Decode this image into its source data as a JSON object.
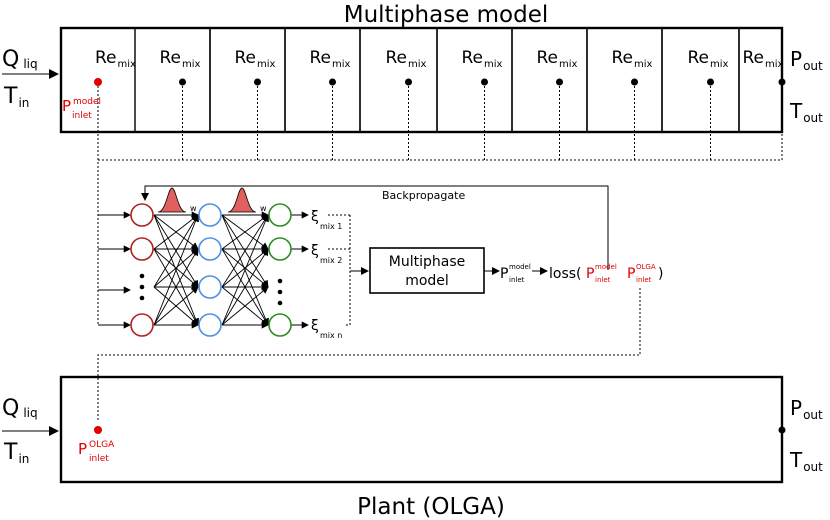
{
  "top": {
    "title": "Multiphase model",
    "q_liq": {
      "main": "Q",
      "sub": "liq"
    },
    "t_in": {
      "main": "T",
      "sub": "in"
    },
    "p_out": {
      "main": "P",
      "sub": "out"
    },
    "t_out": {
      "main": "T",
      "sub": "out"
    },
    "re_mix": {
      "main": "Re",
      "sub": "mix"
    },
    "p_inlet_model": {
      "main": "P",
      "sup": "model",
      "sub": "inlet"
    }
  },
  "network": {
    "backpropagate": "Backpropagate",
    "w_label": "w",
    "xi_main": "ξ",
    "xi_subs": [
      "mix 1",
      "mix 2",
      "mix n"
    ],
    "model_box": [
      "Multiphase",
      "model"
    ],
    "p_model": {
      "main": "P",
      "sup": "model",
      "sub": "inlet"
    },
    "loss": {
      "prefix": "loss(",
      "suffix": ")",
      "p1": {
        "main": "P",
        "sup": "model",
        "sub": "inlet"
      },
      "p2": {
        "main": "P",
        "sup": "OLGA",
        "sub": "inlet"
      }
    }
  },
  "bottom": {
    "title": "Plant (OLGA)",
    "q_liq": {
      "main": "Q",
      "sub": "liq"
    },
    "t_in": {
      "main": "T",
      "sub": "in"
    },
    "p_out": {
      "main": "P",
      "sub": "out"
    },
    "t_out": {
      "main": "T",
      "sub": "out"
    },
    "p_inlet_olga": {
      "main": "P",
      "sup": "OLGA",
      "sub": "inlet"
    }
  },
  "colors": {
    "red": "#e00000",
    "input_node": "#b02020",
    "hidden_node": "#4a90e2",
    "output_node": "#2e8b22",
    "gaussian": "#e06060"
  }
}
